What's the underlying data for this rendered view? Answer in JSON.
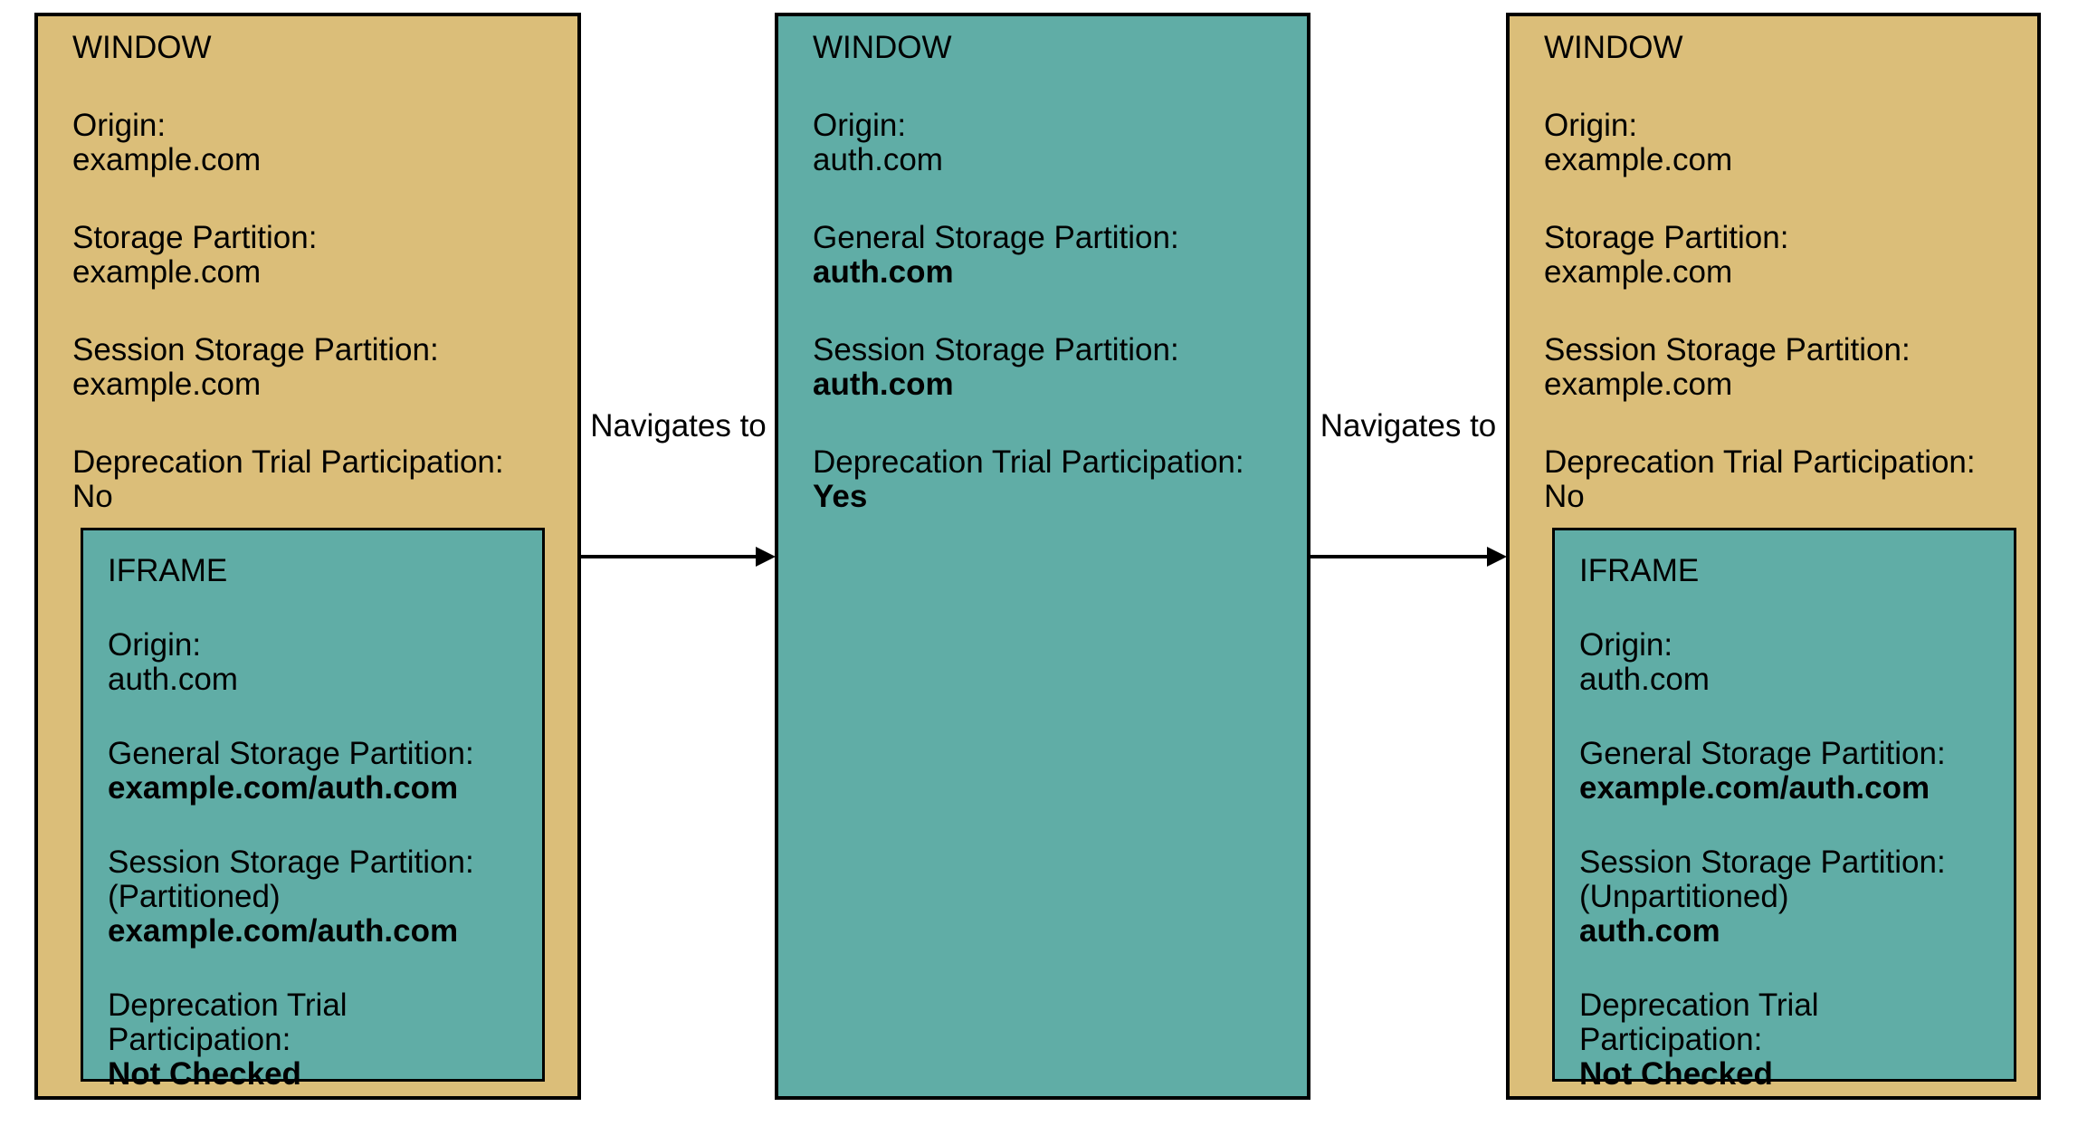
{
  "colors": {
    "window_fill": "#dbbe79",
    "iframe_fill": "#60ada6",
    "border": "#000000",
    "background": "#ffffff",
    "text": "#000000"
  },
  "arrows": {
    "first": {
      "label": "Navigates to"
    },
    "second": {
      "label": "Navigates to"
    }
  },
  "windows": {
    "first": {
      "title": "WINDOW",
      "origin": {
        "label": "Origin:",
        "value": "example.com"
      },
      "storage": {
        "label": "Storage Partition:",
        "value": "example.com"
      },
      "session": {
        "label": "Session Storage Partition:",
        "value": "example.com"
      },
      "trial": {
        "label": "Deprecation Trial Participation:",
        "value": "No"
      },
      "iframe": {
        "title": "IFRAME",
        "origin": {
          "label": "Origin:",
          "value": "auth.com"
        },
        "general": {
          "label": "General Storage Partition:",
          "value": "example.com/auth.com"
        },
        "session": {
          "label": "Session Storage Partition:",
          "note": "(Partitioned)",
          "value": "example.com/auth.com"
        },
        "trial": {
          "label": "Deprecation Trial Participation:",
          "value": "Not Checked"
        }
      }
    },
    "second": {
      "title": "WINDOW",
      "origin": {
        "label": "Origin:",
        "value": "auth.com"
      },
      "general": {
        "label": "General Storage Partition:",
        "value": "auth.com"
      },
      "session": {
        "label": "Session Storage Partition:",
        "value": "auth.com"
      },
      "trial": {
        "label": "Deprecation Trial Participation:",
        "value": "Yes"
      }
    },
    "third": {
      "title": "WINDOW",
      "origin": {
        "label": "Origin:",
        "value": "example.com"
      },
      "storage": {
        "label": "Storage Partition:",
        "value": "example.com"
      },
      "session": {
        "label": "Session Storage Partition:",
        "value": "example.com"
      },
      "trial": {
        "label": "Deprecation Trial Participation:",
        "value": "No"
      },
      "iframe": {
        "title": "IFRAME",
        "origin": {
          "label": "Origin:",
          "value": "auth.com"
        },
        "general": {
          "label": "General Storage Partition:",
          "value": "example.com/auth.com"
        },
        "session": {
          "label": "Session Storage Partition:",
          "note": "(Unpartitioned)",
          "value": "auth.com"
        },
        "trial": {
          "label": "Deprecation Trial Participation:",
          "value": "Not Checked"
        }
      }
    }
  }
}
